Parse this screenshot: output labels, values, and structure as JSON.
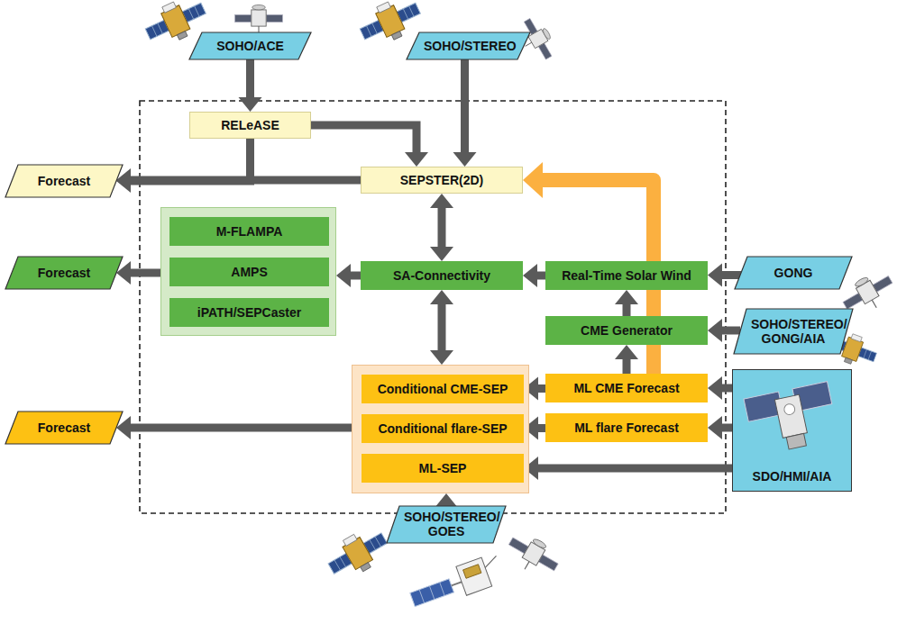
{
  "diagram": {
    "nodes": [
      {
        "text": [
          "SOHO/ACE"
        ]
      },
      {
        "text": [
          "SOHO/STEREO"
        ]
      },
      {
        "text": [
          "RELeASE"
        ]
      },
      {
        "text": [
          "Forecast"
        ]
      },
      {
        "text": [
          "SEPSTER(2D)"
        ]
      },
      {
        "text": []
      },
      {
        "text": [
          "M-FLAMPA"
        ],
        "in": 5
      },
      {
        "text": [
          "AMPS"
        ],
        "in": 5
      },
      {
        "text": [
          "iPATH/SEPCaster"
        ],
        "in": 5
      },
      {
        "text": [
          "Forecast"
        ]
      },
      {
        "text": [
          "SA-Connectivity"
        ]
      },
      {
        "text": [
          "Real-Time Solar Wind"
        ]
      },
      {
        "text": [
          "GONG"
        ]
      },
      {
        "text": [
          "CME Generator"
        ]
      },
      {
        "text": [
          "SOHO/STEREO/ GONG/AIA"
        ]
      },
      {
        "text": []
      },
      {
        "text": [
          "Conditional CME-SEP"
        ],
        "in": 15
      },
      {
        "text": [
          "Conditional flare-SEP"
        ],
        "in": 15
      },
      {
        "text": [
          "ML-SEP"
        ],
        "in": 15
      },
      {
        "text": [
          "ML CME Forecast"
        ]
      },
      {
        "text": [
          "ML flare Forecast"
        ]
      },
      {
        "text": [
          "Forecast"
        ]
      },
      {
        "text": [
          "SDO/HMI/AIA"
        ]
      },
      {
        "text": [
          "SOHO/STEREO/ GOES"
        ]
      }
    ],
    "edges": [
      {
        "from": 0,
        "to": 2,
        "arrow": "to"
      },
      {
        "from": 1,
        "to": 4,
        "arrow": "to"
      },
      {
        "from": 2,
        "to": 4,
        "arrow": "to"
      },
      {
        "from": 4,
        "to": 3,
        "arrow": "to"
      },
      {
        "from": 2,
        "to": 3,
        "arrow": "to"
      },
      {
        "from": 4,
        "to": 10,
        "arrow": "both"
      },
      {
        "from": 10,
        "to": 15,
        "arrow": "both"
      },
      {
        "from": 11,
        "to": 10,
        "arrow": "to"
      },
      {
        "from": 12,
        "to": 11,
        "arrow": "to"
      },
      {
        "from": 13,
        "to": 11,
        "arrow": "to"
      },
      {
        "from": 14,
        "to": 13,
        "arrow": "to"
      },
      {
        "from": 19,
        "to": 13,
        "arrow": "to"
      },
      {
        "from": 19,
        "to": 4,
        "arrow": "to"
      },
      {
        "from": 22,
        "to": 19,
        "arrow": "to"
      },
      {
        "from": 22,
        "to": 20,
        "arrow": "to"
      },
      {
        "from": 22,
        "to": 18,
        "arrow": "to"
      },
      {
        "from": 19,
        "to": 16,
        "arrow": "to"
      },
      {
        "from": 20,
        "to": 17,
        "arrow": "to"
      },
      {
        "from": 10,
        "to": 5,
        "arrow": "to"
      },
      {
        "from": 5,
        "to": 9,
        "arrow": "to"
      },
      {
        "from": 15,
        "to": 21,
        "arrow": "to"
      },
      {
        "from": 23,
        "to": 15,
        "arrow": "to"
      }
    ]
  }
}
